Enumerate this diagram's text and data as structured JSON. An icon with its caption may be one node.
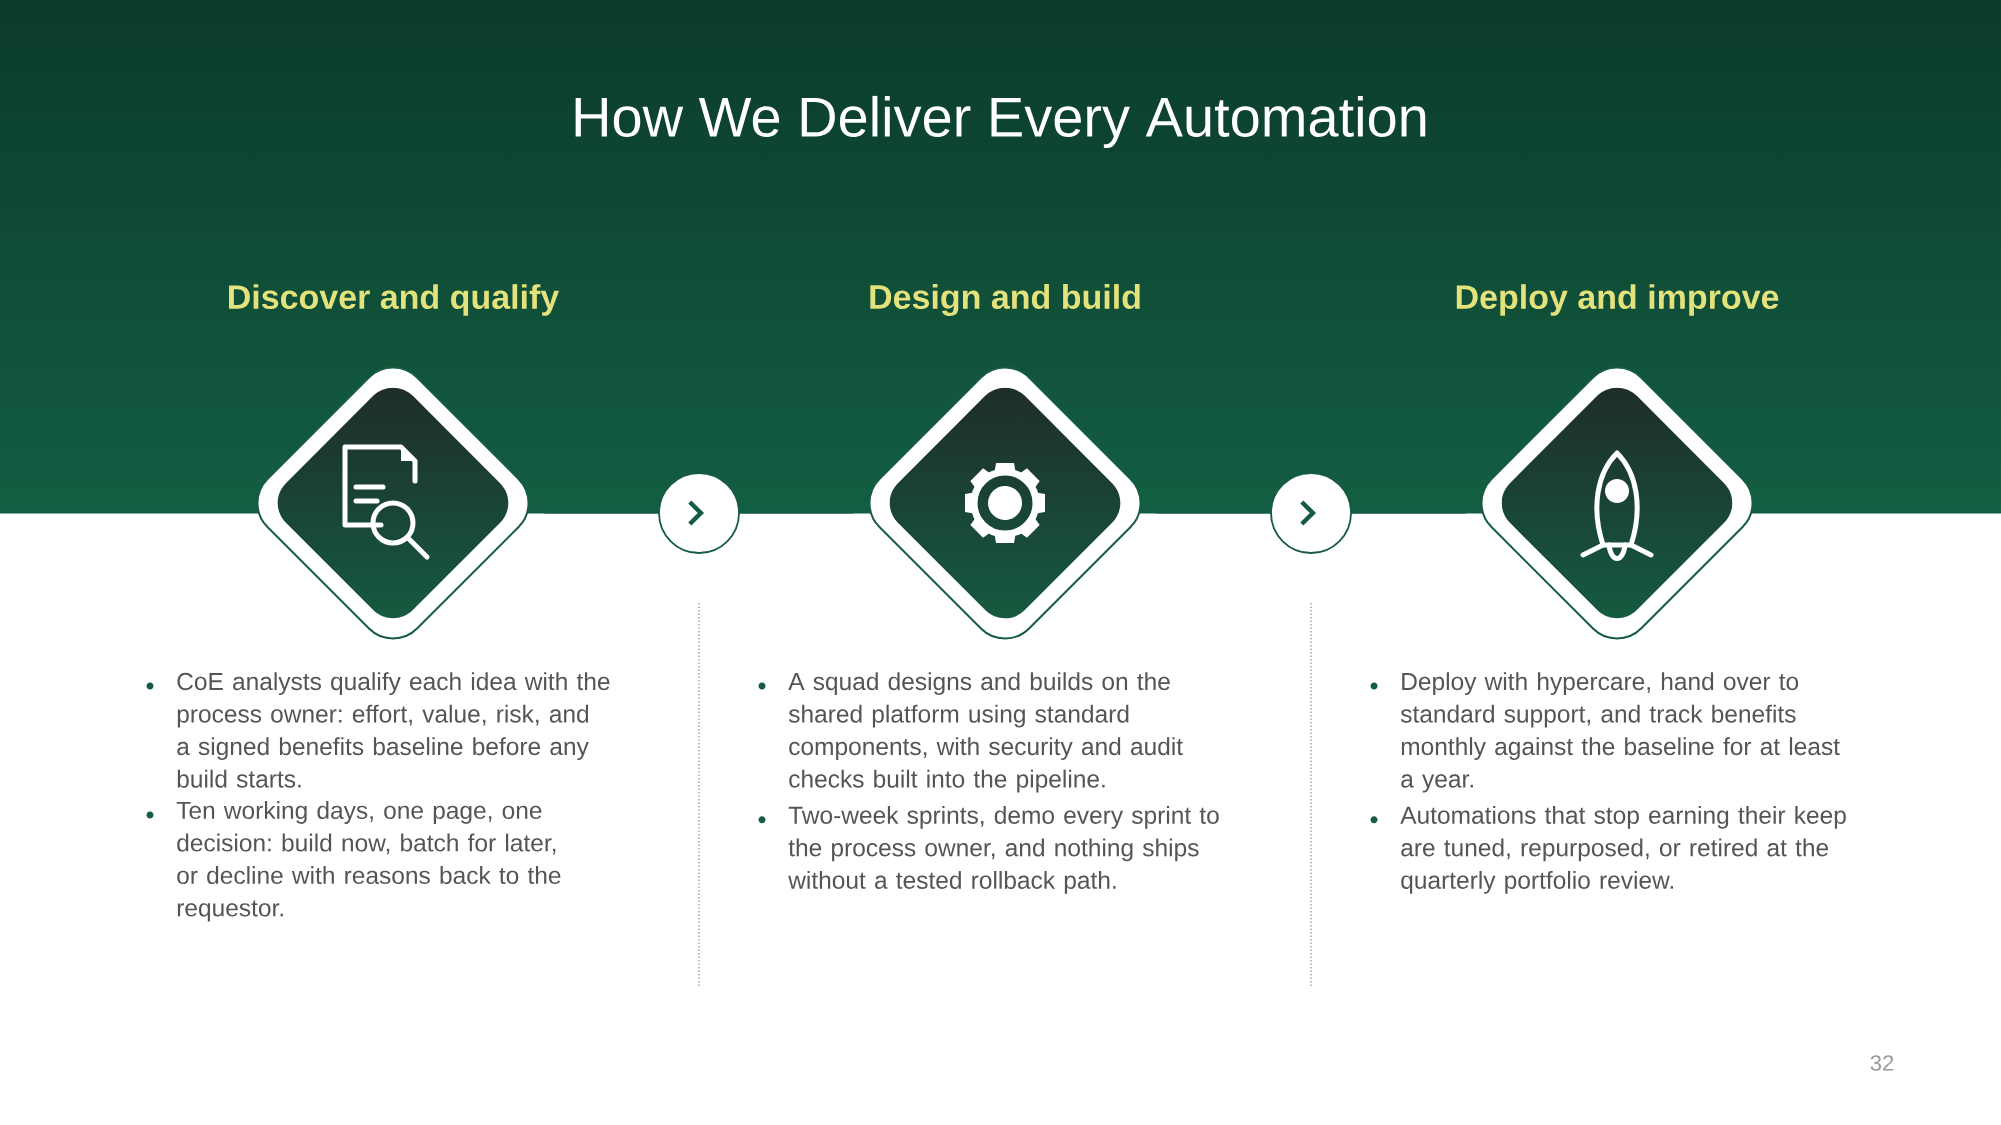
{
  "diagram": {
    "title": "How We Deliver Every Automation",
    "nodes": [
      {
        "text": [
          "Discover and qualify",
          "CoE analysts qualify each idea with the process owner: effort, value, risk, and a signed benefits baseline before any build starts.",
          "Ten working days, one page, one decision: build now, batch for later, or decline with reasons back to the requestor."
        ]
      },
      {
        "text": [
          "Design and build",
          "A squad designs and builds on the shared platform using standard components, with security and audit checks built into the pipeline.",
          "Two-week sprints, demo every sprint to the process owner, and nothing ships without a tested rollback path."
        ]
      },
      {
        "text": [
          "Deploy and improve",
          "Deploy with hypercare, hand over to standard support, and track benefits monthly against the baseline for at least a year.",
          "Automations that stop earning their keep are tuned, repurposed, or retired at the quarterly portfolio review."
        ]
      }
    ],
    "edges": [
      {
        "from": 0,
        "to": 1,
        "arrow": "to"
      },
      {
        "from": 1,
        "to": 2,
        "arrow": "to"
      }
    ],
    "labels": [
      "32"
    ]
  }
}
